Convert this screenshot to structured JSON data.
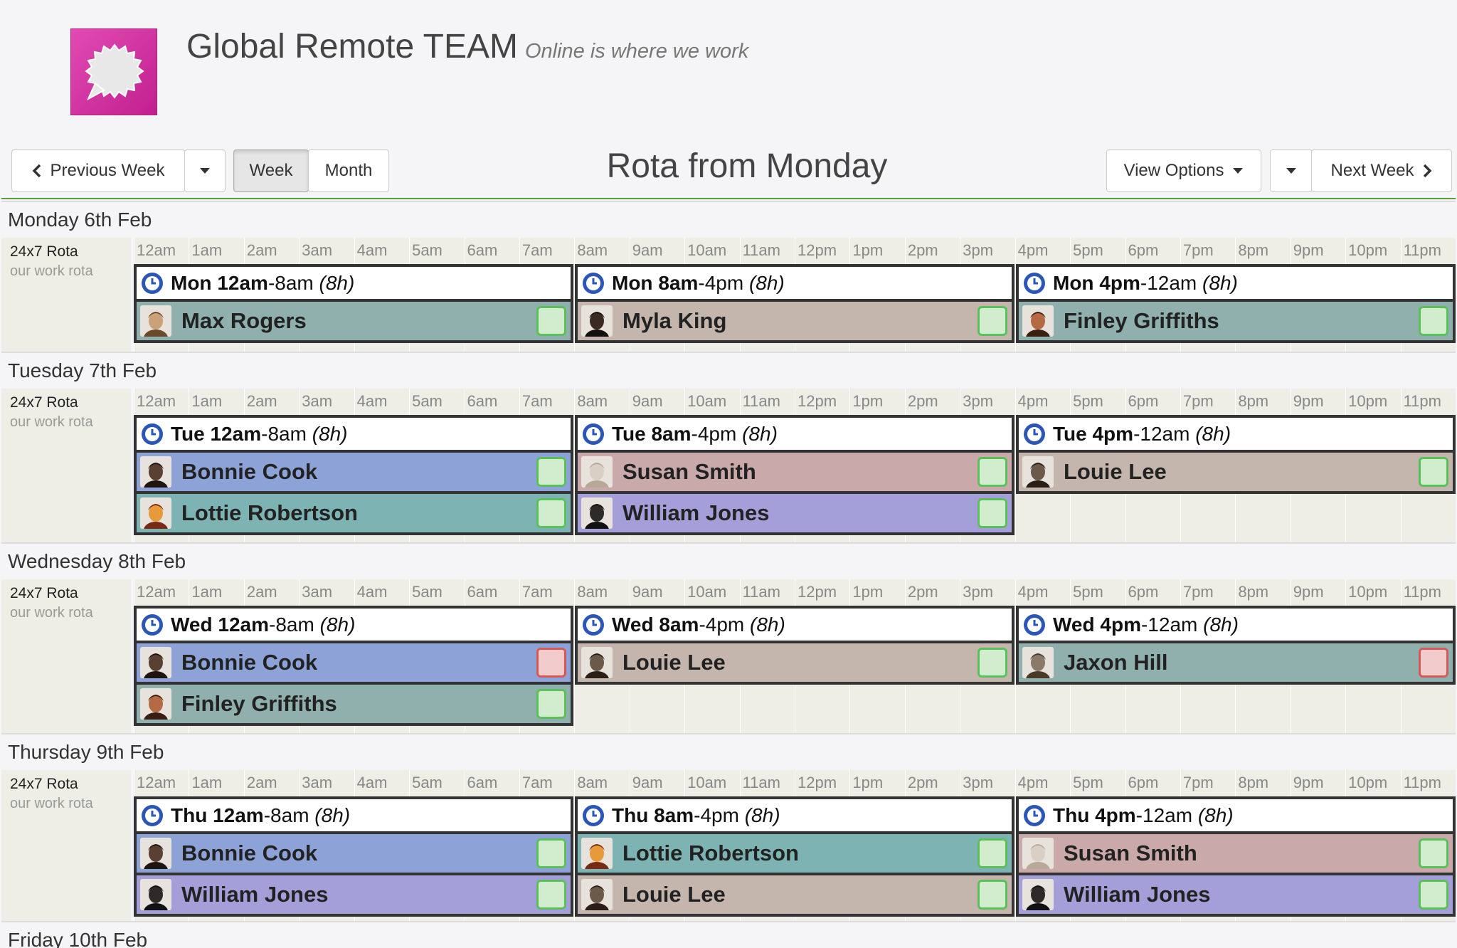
{
  "app": {
    "title": "Global Remote TEAM",
    "tagline": "Online is where we work"
  },
  "toolbar": {
    "prev_week": "Previous Week",
    "week": "Week",
    "month": "Month",
    "heading": "Rota from Monday",
    "view_options": "View Options",
    "next_week": "Next Week"
  },
  "hours": [
    "12am",
    "1am",
    "2am",
    "3am",
    "4am",
    "5am",
    "6am",
    "7am",
    "8am",
    "9am",
    "10am",
    "11am",
    "12pm",
    "1pm",
    "2pm",
    "3pm",
    "4pm",
    "5pm",
    "6pm",
    "7pm",
    "8pm",
    "9pm",
    "10pm",
    "11pm"
  ],
  "colors": {
    "teal": "#8fb0ac",
    "taupe": "#c4b5ad",
    "blue": "#8da3d8",
    "pink": "#c9a9a9",
    "purple": "#a59fd9",
    "cyan": "#7eb3b3",
    "green_rule": "#5a9b3a",
    "clock": "#2a55b9"
  },
  "days": [
    {
      "label": "Monday 6th Feb",
      "rota_name": "24x7 Rota",
      "rota_sub": "our work rota",
      "shifts": [
        {
          "day": "Mon",
          "start": "12am",
          "end": "8am",
          "dur": "(8h)",
          "people": [
            {
              "name": "Max Rogers",
              "color": "teal",
              "status": "ok",
              "avatar": "avatar-1"
            }
          ]
        },
        {
          "day": "Mon",
          "start": "8am",
          "end": "4pm",
          "dur": "(8h)",
          "people": [
            {
              "name": "Myla King",
              "color": "taupe",
              "status": "ok",
              "avatar": "avatar-2"
            }
          ]
        },
        {
          "day": "Mon",
          "start": "4pm",
          "end": "12am",
          "dur": "(8h)",
          "people": [
            {
              "name": "Finley Griffiths",
              "color": "teal",
              "status": "ok",
              "avatar": "avatar-3"
            }
          ]
        }
      ]
    },
    {
      "label": "Tuesday 7th Feb",
      "rota_name": "24x7 Rota",
      "rota_sub": "our work rota",
      "shifts": [
        {
          "day": "Tue",
          "start": "12am",
          "end": "8am",
          "dur": "(8h)",
          "people": [
            {
              "name": "Bonnie Cook",
              "color": "blue",
              "status": "ok",
              "avatar": "avatar-4"
            },
            {
              "name": "Lottie Robertson",
              "color": "cyan",
              "status": "ok",
              "avatar": "avatar-5"
            }
          ]
        },
        {
          "day": "Tue",
          "start": "8am",
          "end": "4pm",
          "dur": "(8h)",
          "people": [
            {
              "name": "Susan Smith",
              "color": "pink",
              "status": "ok",
              "avatar": "avatar-6"
            },
            {
              "name": "William Jones",
              "color": "purple",
              "status": "ok",
              "avatar": "avatar-7"
            }
          ]
        },
        {
          "day": "Tue",
          "start": "4pm",
          "end": "12am",
          "dur": "(8h)",
          "people": [
            {
              "name": "Louie Lee",
              "color": "taupe",
              "status": "ok",
              "avatar": "avatar-8"
            }
          ]
        }
      ]
    },
    {
      "label": "Wednesday 8th Feb",
      "rota_name": "24x7 Rota",
      "rota_sub": "our work rota",
      "shifts": [
        {
          "day": "Wed",
          "start": "12am",
          "end": "8am",
          "dur": "(8h)",
          "people": [
            {
              "name": "Bonnie Cook",
              "color": "blue",
              "status": "flag",
              "avatar": "avatar-4"
            },
            {
              "name": "Finley Griffiths",
              "color": "teal",
              "status": "ok",
              "avatar": "avatar-3"
            }
          ]
        },
        {
          "day": "Wed",
          "start": "8am",
          "end": "4pm",
          "dur": "(8h)",
          "people": [
            {
              "name": "Louie Lee",
              "color": "taupe",
              "status": "ok",
              "avatar": "avatar-8"
            }
          ]
        },
        {
          "day": "Wed",
          "start": "4pm",
          "end": "12am",
          "dur": "(8h)",
          "people": [
            {
              "name": "Jaxon Hill",
              "color": "teal",
              "status": "flag",
              "avatar": "avatar-9"
            }
          ]
        }
      ]
    },
    {
      "label": "Thursday 9th Feb",
      "rota_name": "24x7 Rota",
      "rota_sub": "our work rota",
      "shifts": [
        {
          "day": "Thu",
          "start": "12am",
          "end": "8am",
          "dur": "(8h)",
          "people": [
            {
              "name": "Bonnie Cook",
              "color": "blue",
              "status": "ok",
              "avatar": "avatar-4"
            },
            {
              "name": "William Jones",
              "color": "purple",
              "status": "ok",
              "avatar": "avatar-7"
            }
          ]
        },
        {
          "day": "Thu",
          "start": "8am",
          "end": "4pm",
          "dur": "(8h)",
          "people": [
            {
              "name": "Lottie Robertson",
              "color": "cyan",
              "status": "ok",
              "avatar": "avatar-5"
            },
            {
              "name": "Louie Lee",
              "color": "taupe",
              "status": "ok",
              "avatar": "avatar-8"
            }
          ]
        },
        {
          "day": "Thu",
          "start": "4pm",
          "end": "12am",
          "dur": "(8h)",
          "people": [
            {
              "name": "Susan Smith",
              "color": "pink",
              "status": "ok",
              "avatar": "avatar-6"
            },
            {
              "name": "William Jones",
              "color": "purple",
              "status": "ok",
              "avatar": "avatar-7"
            }
          ]
        }
      ]
    },
    {
      "label": "Friday 10th Feb",
      "rota_name": "",
      "rota_sub": "",
      "shifts": []
    }
  ]
}
